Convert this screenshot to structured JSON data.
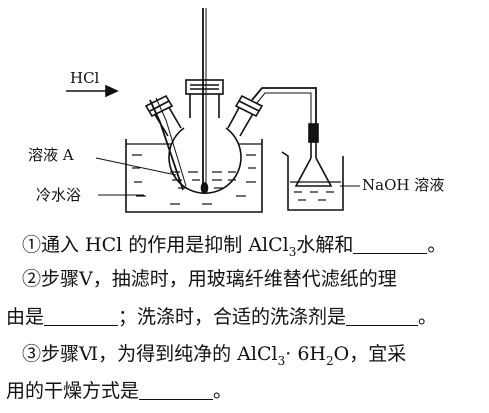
{
  "figure": {
    "labels": {
      "hcl": "HCl",
      "solution_a": "溶液 A",
      "cold_bath": "冷水浴",
      "naoh": "NaOH 溶液"
    }
  },
  "questions": {
    "q1": {
      "num": "①",
      "text_a": "通入 HCl 的作用是抑制 AlCl",
      "sub": "3",
      "text_b": "水解和",
      "end": "。"
    },
    "q2": {
      "num": "②",
      "text_a": "步骤Ⅴ，抽滤时，用玻璃纤维替代滤纸的理",
      "text_b": "由是",
      "text_c": "；洗涤时，合适的洗涤剂是",
      "end": "。"
    },
    "q3": {
      "num": "③",
      "text_a": "步骤Ⅵ，为得到纯净的 AlCl",
      "sub1": "3",
      "text_b": "· 6H",
      "sub2": "2",
      "text_c": "O，宜采",
      "text_d": "用的干燥方式是",
      "end": "。"
    }
  }
}
